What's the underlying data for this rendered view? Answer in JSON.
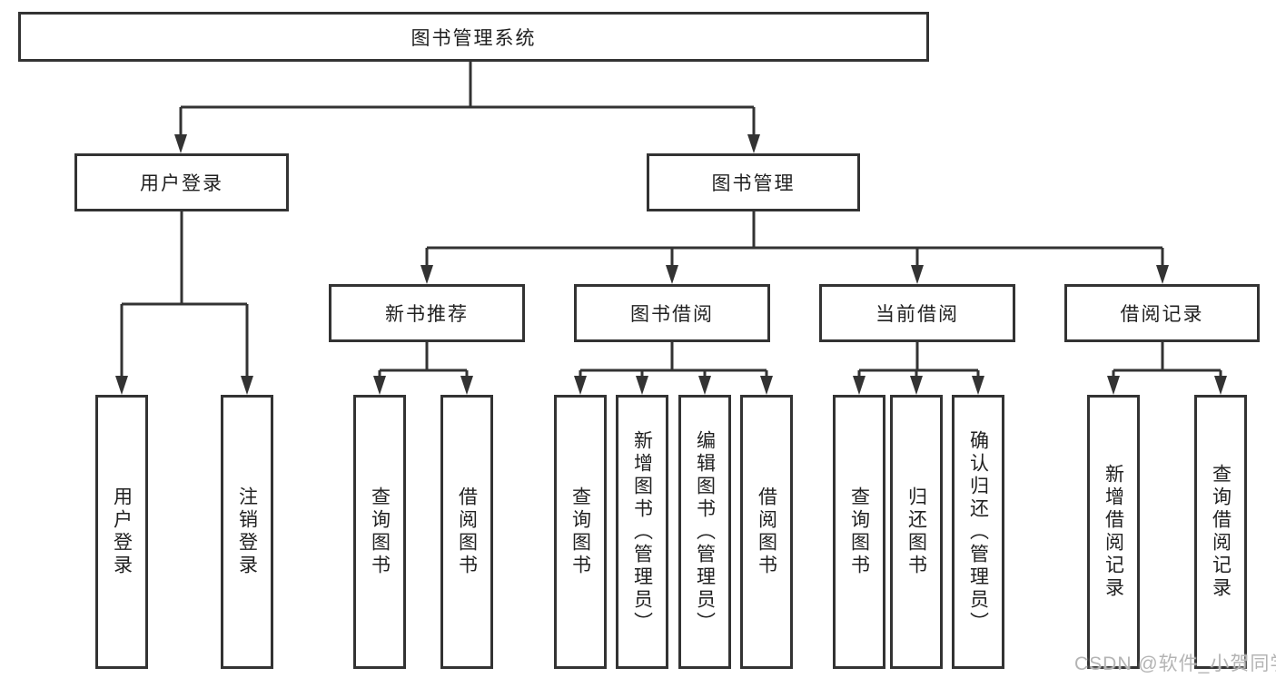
{
  "tree": {
    "label": "图书管理系统",
    "children": [
      {
        "label": "用户登录",
        "children": [
          {
            "label": "用户登录"
          },
          {
            "label": "注销登录"
          }
        ]
      },
      {
        "label": "图书管理",
        "children": [
          {
            "label": "新书推荐",
            "children": [
              {
                "label": "查询图书"
              },
              {
                "label": "借阅图书"
              }
            ]
          },
          {
            "label": "图书借阅",
            "children": [
              {
                "label": "查询图书"
              },
              {
                "label": "新增图书（管理员）"
              },
              {
                "label": "编辑图书（管理员）"
              },
              {
                "label": "借阅图书"
              }
            ]
          },
          {
            "label": "当前借阅",
            "children": [
              {
                "label": "查询图书"
              },
              {
                "label": "归还图书"
              },
              {
                "label": "确认归还（管理员）"
              }
            ]
          },
          {
            "label": "借阅记录",
            "children": [
              {
                "label": "新增借阅记录"
              },
              {
                "label": "查询借阅记录"
              }
            ]
          }
        ]
      }
    ]
  },
  "watermark": "CSDN @软件_小贺同学",
  "colors": {
    "line": "#333333",
    "text": "#212121",
    "background": "#ffffff",
    "watermark": "#b4b4b4"
  }
}
